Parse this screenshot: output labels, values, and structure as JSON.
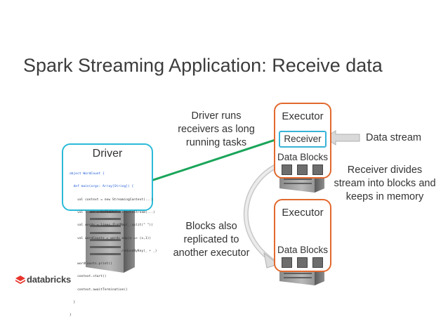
{
  "slide": {
    "title": "Spark Streaming Application: Receive data"
  },
  "driver": {
    "title": "Driver",
    "code_lines": [
      "object WordCount {",
      "  def main(args: Array[String]) {",
      "    val context = new StreamingContext(...)",
      "    val lines = KafkaUtils.createStream(...)",
      "    val words = lines.flatMap(_.split(\" \"))",
      "    val wordCounts = words.map(x => (x,1))",
      "                          .reduceByKey(_ + _)",
      "    wordCounts.print()",
      "    context.start()",
      "    context.awaitTermination()",
      "  }",
      "}"
    ]
  },
  "executor_top": {
    "title": "Executor",
    "receiver_label": "Receiver",
    "blocks_label": "Data Blocks"
  },
  "executor_bottom": {
    "title": "Executor",
    "blocks_label": "Data Blocks"
  },
  "annotations": {
    "driver_runs": "Driver runs receivers as long running tasks",
    "data_stream": "Data stream",
    "receiver_divides": "Receiver divides stream into blocks and keeps in memory",
    "blocks_replicated": "Blocks also replicated to another executor"
  },
  "logo": {
    "name": "databricks",
    "icon": "databricks-logo-icon"
  },
  "colors": {
    "driver_border": "#2bbbd8",
    "executor_border": "#e2692e",
    "receiver_border": "#37b3d6",
    "connector_line": "#1aa55a",
    "data_stream_arrow": "#d6d6d6",
    "logo_red": "#e8352b"
  }
}
